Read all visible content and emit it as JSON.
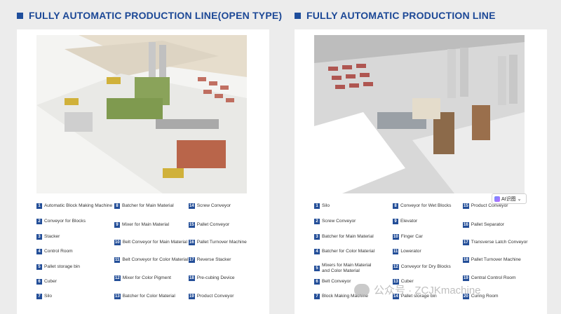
{
  "left": {
    "title": "FULLY AUTOMATIC  PRODUCTION LINE(OPEN TYPE)",
    "legend": [
      {
        "n": "1",
        "label": "Automatic Block Making Machine"
      },
      {
        "n": "2",
        "label": "Conveyor for Blocks"
      },
      {
        "n": "3",
        "label": "Stacker"
      },
      {
        "n": "4",
        "label": "Control Room"
      },
      {
        "n": "5",
        "label": "Pallet storage bin"
      },
      {
        "n": "6",
        "label": "Cuber"
      },
      {
        "n": "7",
        "label": "Silo"
      },
      {
        "n": "8",
        "label": "Batcher for Main Material"
      },
      {
        "n": "9",
        "label": "Mixer for Main Material"
      },
      {
        "n": "10",
        "label": "Belt Conveyor for Main Material"
      },
      {
        "n": "11",
        "label": "Belt Conveyor for Color Material"
      },
      {
        "n": "12",
        "label": "Mixer for Color Pigment"
      },
      {
        "n": "13",
        "label": "Batcher for Color Material"
      },
      {
        "n": "14",
        "label": "Screw Conveyor"
      },
      {
        "n": "15",
        "label": "Pallet Conveyor"
      },
      {
        "n": "16",
        "label": "Pallet Turnover Machine"
      },
      {
        "n": "17",
        "label": "Reverse Stacker"
      },
      {
        "n": "18",
        "label": "Pre-cubing Device"
      },
      {
        "n": "19",
        "label": "Product Conveyor"
      }
    ]
  },
  "right": {
    "title": "FULLY AUTOMATIC  PRODUCTION LINE",
    "legend": [
      {
        "n": "1",
        "label": "Silo"
      },
      {
        "n": "2",
        "label": "Screw Conveyor"
      },
      {
        "n": "3",
        "label": "Batcher for Main Material"
      },
      {
        "n": "4",
        "label": "Batcher for Color Material"
      },
      {
        "n": "5",
        "label": "Mixers for Main Material and Color Material"
      },
      {
        "n": "6",
        "label": "Belt Conveyor"
      },
      {
        "n": "7",
        "label": "Block Making Machine"
      },
      {
        "n": "8",
        "label": "Conveyor for Wet Blocks"
      },
      {
        "n": "9",
        "label": "Elevator"
      },
      {
        "n": "10",
        "label": "Finger Car"
      },
      {
        "n": "11",
        "label": "Lowerator"
      },
      {
        "n": "12",
        "label": "Conveyor for Dry Blocks"
      },
      {
        "n": "13",
        "label": "Cuber"
      },
      {
        "n": "14",
        "label": "Pallet storage bin"
      },
      {
        "n": "15",
        "label": "Product Conveyor"
      },
      {
        "n": "16",
        "label": "Pallet Separator"
      },
      {
        "n": "17",
        "label": "Transverse Latch Conveyor"
      },
      {
        "n": "18",
        "label": "Pallet Turnover Machine"
      },
      {
        "n": "19",
        "label": "Central Control Room"
      },
      {
        "n": "20",
        "label": "Curing Room"
      }
    ]
  },
  "ai_badge": {
    "label": "AI识图",
    "caret": "⌄"
  },
  "watermark": {
    "text": "公众号 · ZCJKmachine"
  },
  "colors": {
    "heading": "#1c4896",
    "badge": "#234e98"
  }
}
